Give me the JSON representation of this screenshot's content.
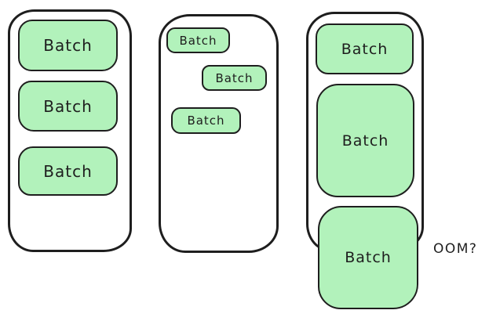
{
  "colors": {
    "background": "#ffffff",
    "container_fill": "#ffffff",
    "batch_fill": "#b2f2bb",
    "stroke": "#1e1e1e"
  },
  "diagram": {
    "containers": [
      {
        "id": "container-1",
        "batches": [
          {
            "label": "Batch"
          },
          {
            "label": "Batch"
          },
          {
            "label": "Batch"
          }
        ]
      },
      {
        "id": "container-2",
        "batches": [
          {
            "label": "Batch"
          },
          {
            "label": "Batch"
          },
          {
            "label": "Batch"
          }
        ]
      },
      {
        "id": "container-3",
        "batches": [
          {
            "label": "Batch"
          },
          {
            "label": "Batch"
          },
          {
            "label": "Batch"
          }
        ]
      }
    ],
    "annotation": {
      "label": "OOM?"
    }
  }
}
